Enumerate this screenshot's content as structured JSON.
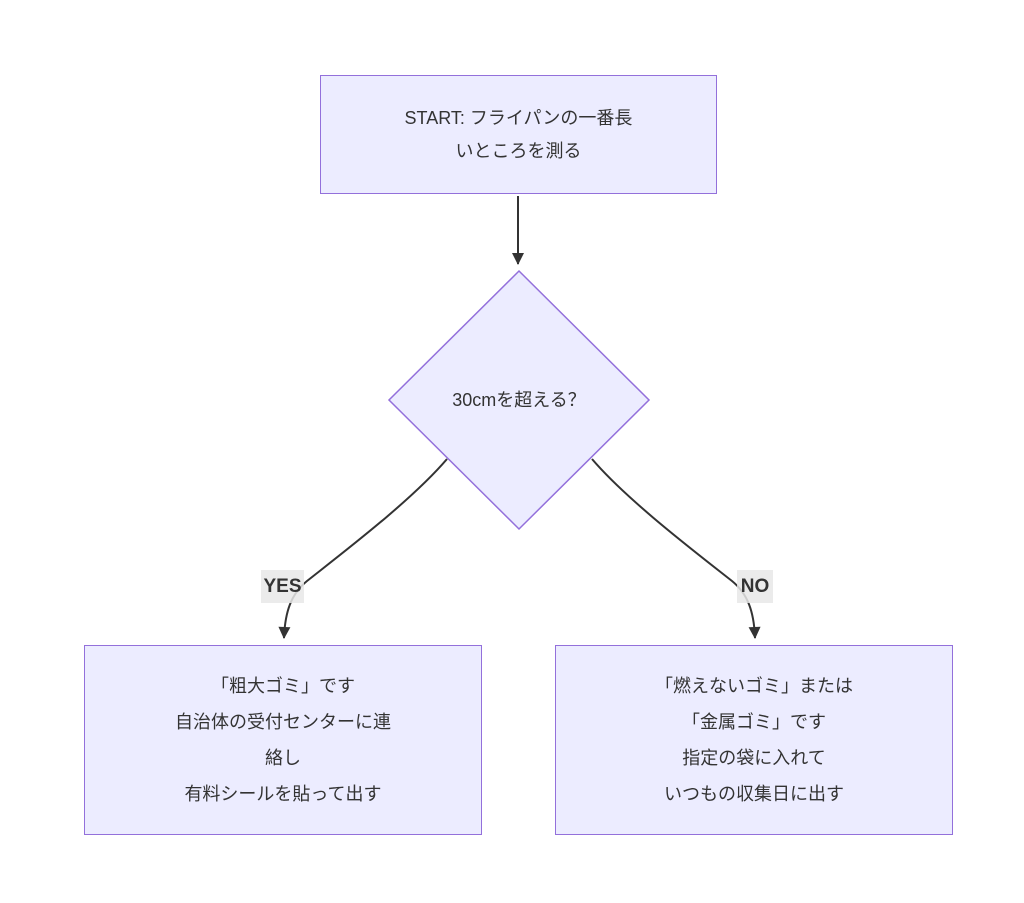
{
  "diagram": {
    "type": "flowchart",
    "direction": "top-down",
    "nodes": {
      "start": {
        "shape": "rectangle",
        "text": "START: フライパンの一番長\nいところを測る"
      },
      "decision": {
        "shape": "diamond",
        "text": "30cmを超える？"
      },
      "yes_result": {
        "shape": "rectangle",
        "text": "「粗大ゴミ」です\n自治体の受付センターに連\n絡し\n有料シールを貼って出す"
      },
      "no_result": {
        "shape": "rectangle",
        "text": "「燃えないゴミ」または\n「金属ゴミ」です\n指定の袋に入れて\nいつもの収集日に出す"
      }
    },
    "edges": {
      "start_to_decision": {
        "from": "start",
        "to": "decision",
        "label": ""
      },
      "decision_to_yes": {
        "from": "decision",
        "to": "yes_result",
        "label": "YES"
      },
      "decision_to_no": {
        "from": "decision",
        "to": "no_result",
        "label": "NO"
      }
    },
    "colors": {
      "canvas_bg": "#ffffff",
      "node_fill": "#ECECFF",
      "node_border": "#9370DB",
      "edge_line": "#333333",
      "text": "#333333",
      "edge_label_bg": "#e8e8e8"
    }
  }
}
